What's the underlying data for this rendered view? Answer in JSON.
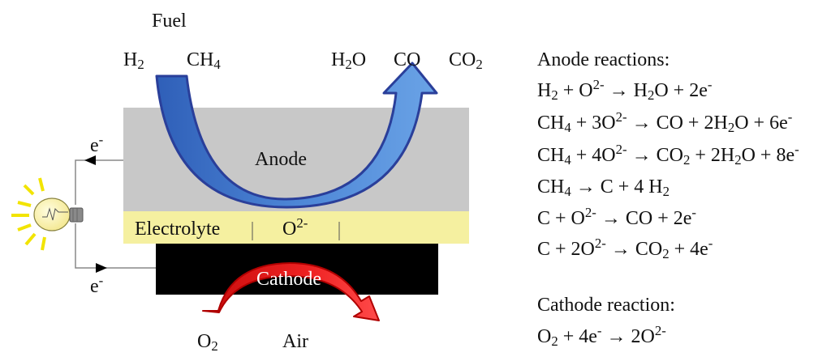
{
  "fuel": {
    "title": "Fuel",
    "h2": {
      "base": "H",
      "sub": "2"
    },
    "ch4": {
      "base": "CH",
      "sub": "4"
    },
    "h2o": {
      "base": "H",
      "sub": "2",
      "tail": "O"
    },
    "co": "CO",
    "co2": {
      "base": "CO",
      "sub": "2"
    }
  },
  "layers": {
    "anode": "Anode",
    "electrolyte": "Electrolyte",
    "ion": {
      "base": "O",
      "sup": "2-"
    },
    "cathode": "Cathode"
  },
  "air": {
    "o2": {
      "base": "O",
      "sub": "2"
    },
    "label": "Air"
  },
  "electrons": {
    "top": {
      "base": "e",
      "sup": "-"
    },
    "bottom": {
      "base": "e",
      "sup": "-"
    }
  },
  "anode_reactions": {
    "title": "Anode reactions:",
    "r1": {
      "a": "H",
      "a_sub": "2",
      "b": " + O",
      "b_sup": "2-",
      "c": " → H",
      "c_sub": "2",
      "d": "O + 2e",
      "d_sup": "-"
    },
    "r2": {
      "a": "CH",
      "a_sub": "4",
      "b": " + 3O",
      "b_sup": "2-",
      "c": " → CO + 2H",
      "c_sub": "2",
      "d": "O + 6e",
      "d_sup": "-"
    },
    "r3": {
      "a": "CH",
      "a_sub": "4",
      "b": " + 4O",
      "b_sup": "2-",
      "c": " → CO",
      "c_sub": "2",
      "d": " + 2H",
      "d_sub": "2",
      "e": "O + 8e",
      "e_sup": "-"
    },
    "r4": {
      "a": "CH",
      "a_sub": "4",
      "b": " → C + 4 H",
      "b_sub": "2"
    },
    "r5": {
      "a": "C + O",
      "a_sup": "2-",
      "b": " → CO + 2e",
      "b_sup": "-"
    },
    "r6": {
      "a": "C + 2O",
      "a_sup": "2-",
      "b": " → CO",
      "b_sub": "2",
      "c": " + 4e",
      "c_sup": "-"
    }
  },
  "cathode_reaction": {
    "title": "Cathode reaction:",
    "r1": {
      "a": "O",
      "a_sub": "2",
      "b": " + 4e",
      "b_sup": "-",
      "c": " → 2O",
      "c_sup": "2-"
    }
  },
  "colors": {
    "anode_fill": "#c8c8c8",
    "electrolyte_fill": "#f5f0a0",
    "cathode_fill": "#000000",
    "fuel_arrow": "#3a6fc4",
    "air_arrow": "#e01818",
    "bulb_rays": "#f2e400"
  }
}
